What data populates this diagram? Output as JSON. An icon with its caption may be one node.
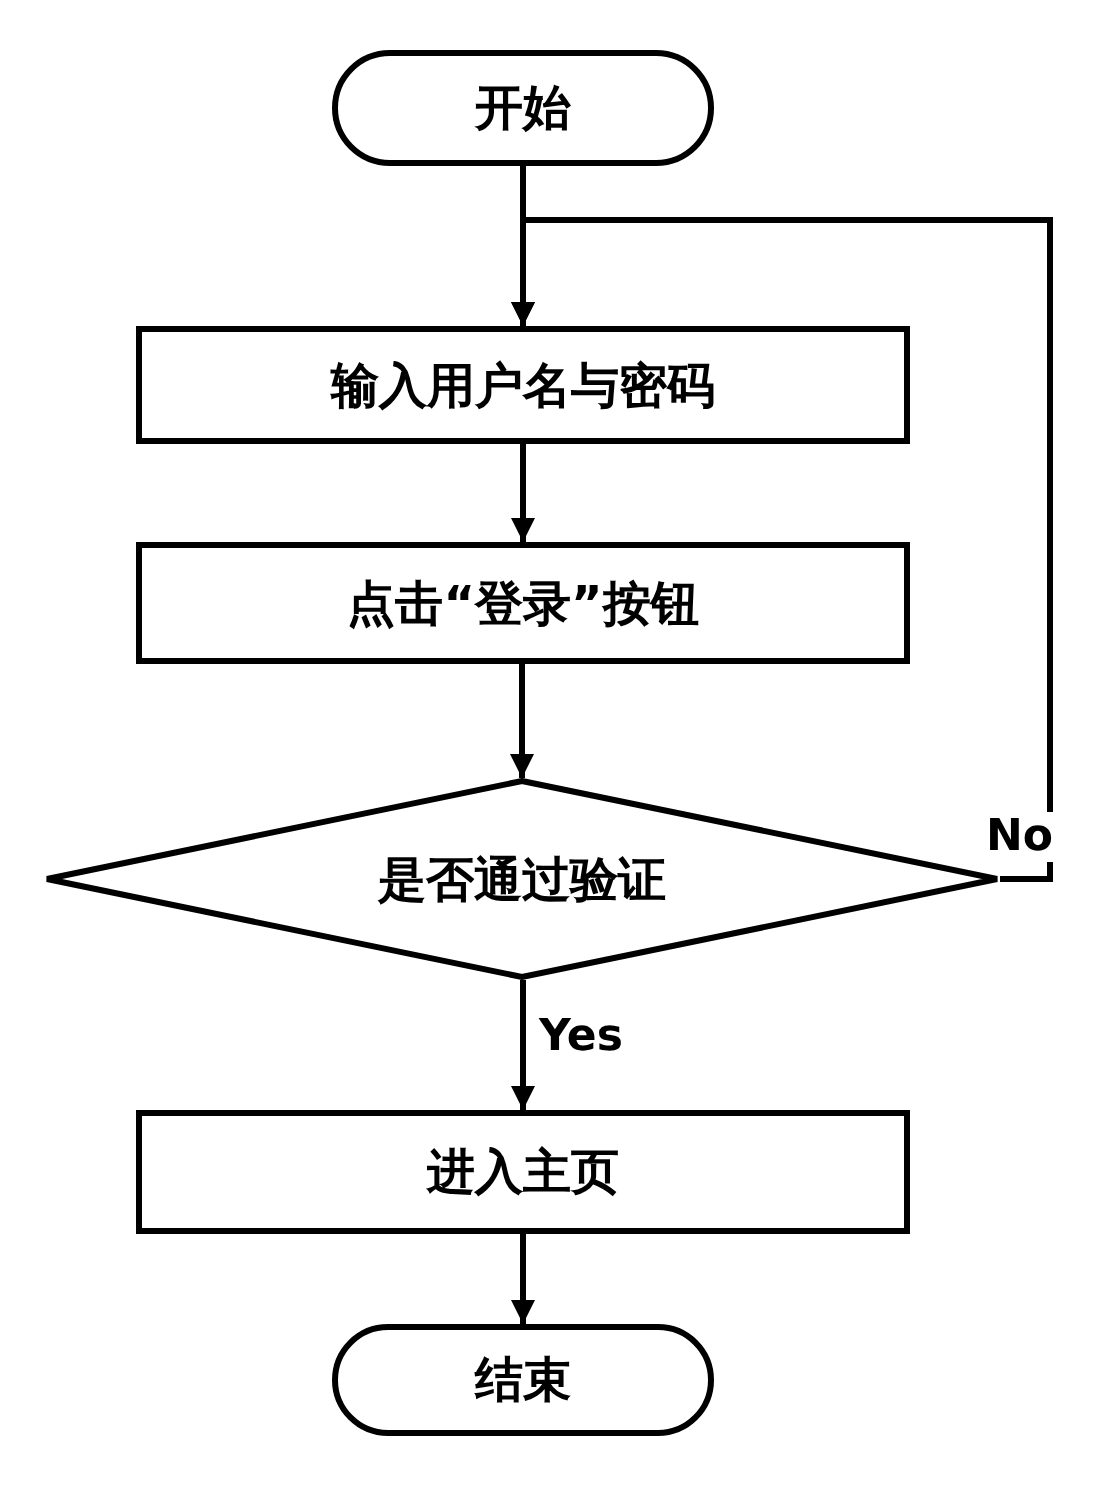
{
  "diagram": {
    "nodes": [
      {
        "text": [
          "开始"
        ]
      },
      {
        "text": [
          "输入用户名与密码"
        ]
      },
      {
        "text": [
          "点击“登录”按钮"
        ]
      },
      {
        "text": [
          "是否通过验证"
        ]
      },
      {
        "text": [
          "进入主页"
        ]
      },
      {
        "text": [
          "结束"
        ]
      }
    ],
    "edges": [
      {
        "from": 0,
        "to": 1,
        "arrow": "to"
      },
      {
        "from": 1,
        "to": 2,
        "arrow": "to"
      },
      {
        "from": 2,
        "to": 3,
        "arrow": "to"
      },
      {
        "from": 3,
        "to": 4,
        "arrow": "to",
        "label": "Yes"
      },
      {
        "from": 3,
        "to": 1,
        "arrow": "to",
        "label": "No"
      },
      {
        "from": 4,
        "to": 5,
        "arrow": "to"
      }
    ]
  }
}
